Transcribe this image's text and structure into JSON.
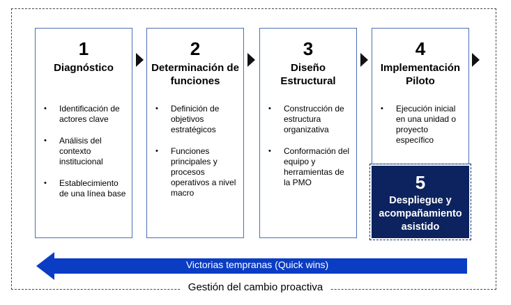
{
  "steps": [
    {
      "number": "1",
      "title": "Diagnóstico",
      "bullets": [
        "Identificación de actores clave",
        "Análisis del contexto institucional",
        "Establecimiento de una línea base"
      ]
    },
    {
      "number": "2",
      "title": "Determinación de funciones",
      "bullets": [
        "Definición de objetivos estratégicos",
        "Funciones principales y procesos operativos a nivel macro"
      ]
    },
    {
      "number": "3",
      "title": "Diseño Estructural",
      "bullets": [
        "Construcción de estructura organizativa",
        "Conformación del equipo y herramientas de la PMO"
      ]
    },
    {
      "number": "4",
      "title": "Implementación Piloto",
      "bullets": [
        "Ejecución inicial en una unidad o proyecto específico"
      ]
    },
    {
      "number": "5",
      "title": "Despliegue y acompañamiento asistido",
      "bullets": []
    }
  ],
  "quick_wins": "Victorias tempranas (Quick wins)",
  "frame_label": "Gestión del cambio proactiva",
  "colors": {
    "box_border": "#4a6fb5",
    "step5_fill": "#0d2360",
    "arrow_fill": "#0a3cc4"
  }
}
